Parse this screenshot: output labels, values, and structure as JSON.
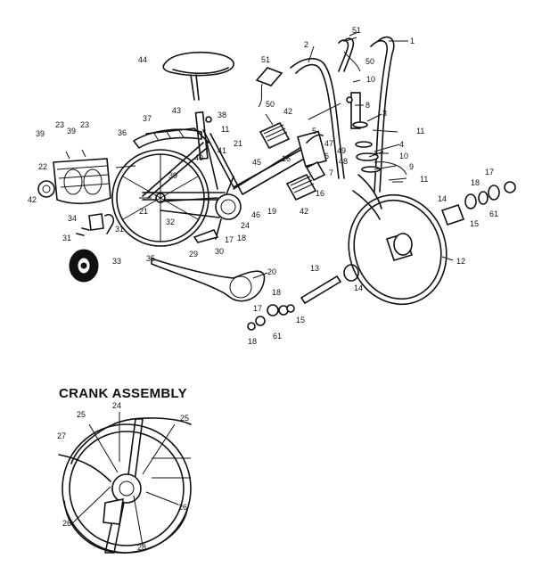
{
  "section_title": "CRANK ASSEMBLY",
  "callouts": [
    "1",
    "2",
    "3",
    "4",
    "5",
    "6",
    "7",
    "8",
    "9",
    "10",
    "11",
    "12",
    "13",
    "14",
    "15",
    "16",
    "17",
    "18",
    "19",
    "20",
    "21",
    "22",
    "23",
    "24",
    "25",
    "26",
    "27",
    "28",
    "29",
    "30",
    "31",
    "32",
    "33",
    "34",
    "35",
    "36",
    "37",
    "38",
    "39",
    "40",
    "41",
    "42",
    "43",
    "44",
    "45",
    "46",
    "47",
    "48",
    "49",
    "50",
    "51",
    "61"
  ]
}
